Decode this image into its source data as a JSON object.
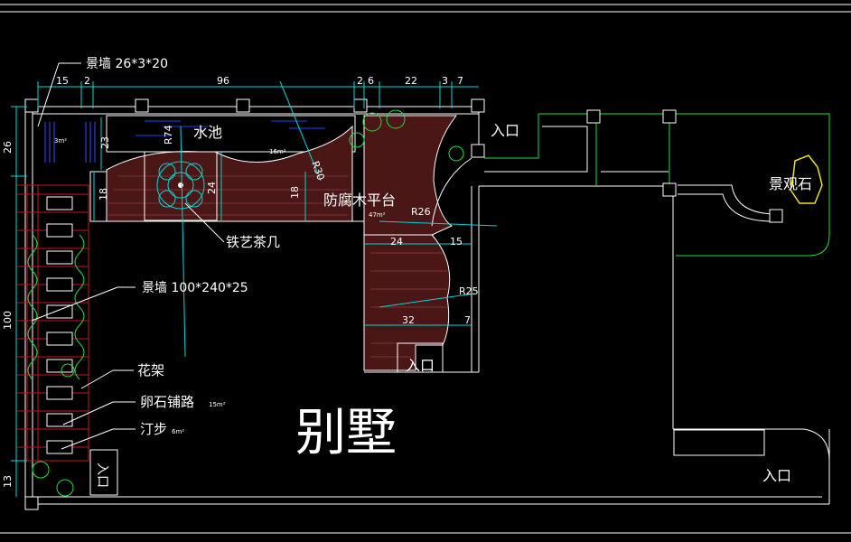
{
  "labels": {
    "landscape_wall_top": "景墙 26*3*20",
    "pond": "水池",
    "deck": "防腐木平台",
    "tea_table": "铁艺茶几",
    "landscape_wall_side": "景墙 100*240*25",
    "trellis": "花架",
    "pebble_path": "卵石铺路",
    "pebble_area": "15m²",
    "stepping_stones": "汀步",
    "stepping_area": "6m²",
    "villa": "别墅",
    "entrance_top": "入口",
    "entrance_deck": "入口",
    "entrance_left": "入口",
    "entrance_bottom_right": "入口",
    "scenic_rock": "景观石",
    "pond_area": "16m²",
    "deck_area": "47m²",
    "small_area": "3m²"
  },
  "dimensions": {
    "top": [
      "15",
      "2",
      "96",
      "2",
      "6",
      "22",
      "3",
      "7"
    ],
    "left": [
      "26",
      "100",
      "13"
    ],
    "pond_depth": "23",
    "pond_mid": "24",
    "pond_right": "18",
    "pond_left": "18",
    "deck_width": "24",
    "deck_right": "15",
    "deck_lower": "32",
    "deck_lower_right": "7",
    "radius_74": "R74",
    "radius_30": "R30",
    "radius_26": "R26",
    "radius_25": "R25"
  },
  "colors": {
    "background": "#000000",
    "line": "#ffffff",
    "dimension": "#00d8d8",
    "plant": "#20e040",
    "deck_wood": "#5a1e1e",
    "trellis": "#c01818",
    "rock": "#f0e020"
  }
}
